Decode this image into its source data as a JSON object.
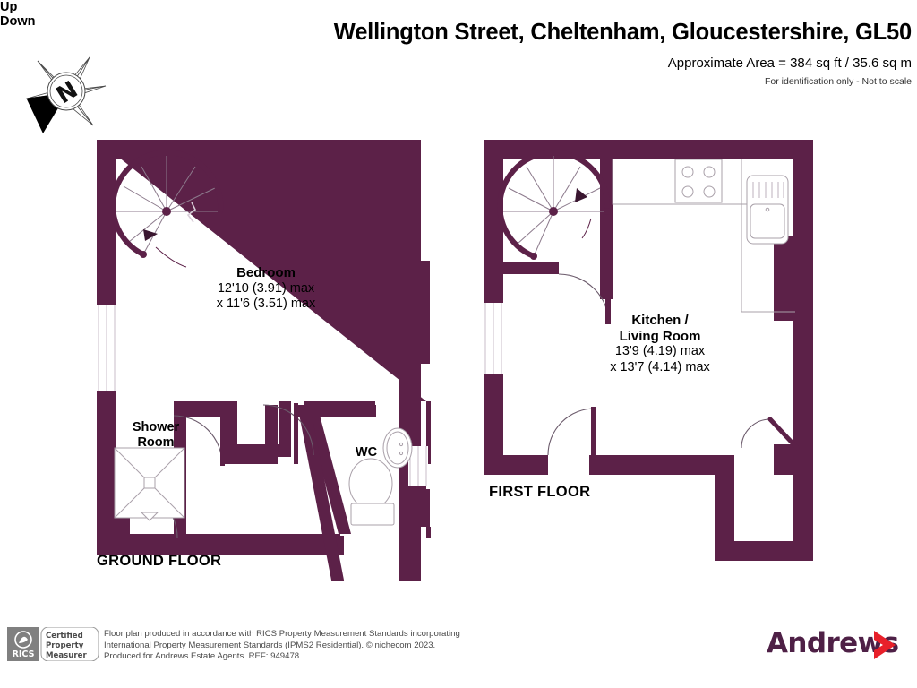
{
  "header": {
    "title": "Wellington Street, Cheltenham, Gloucestershire, GL50",
    "area": "Approximate Area = 384 sq ft / 35.6 sq m",
    "notice": "For identification only - Not to scale"
  },
  "compass": {
    "label": "N",
    "icon": "compass-rose-icon"
  },
  "colors": {
    "wall": "#5c2148",
    "wall_dark": "#4e1c3d",
    "fixture_stroke": "#a08fa0",
    "brand_purple": "#4e2046",
    "brand_red": "#e8202a",
    "text": "#000000",
    "footer_text": "#4a4a4a"
  },
  "floors": [
    {
      "id": "ground",
      "label": "GROUND FLOOR",
      "rooms": [
        {
          "name": "Bedroom",
          "dim1": "12'10 (3.91) max",
          "dim2": "x 11'6 (3.51) max"
        },
        {
          "name": "Shower",
          "name2": "Room"
        },
        {
          "name": "WC"
        }
      ],
      "stair": {
        "label": "Up",
        "type": "spiral-staircase"
      },
      "fixtures": [
        "shower-tray",
        "toilet",
        "wash-basin"
      ]
    },
    {
      "id": "first",
      "label": "FIRST FLOOR",
      "rooms": [
        {
          "name": "Kitchen /",
          "name2": "Living Room",
          "dim1": "13'9 (4.19) max",
          "dim2": "x 13'7 (4.14) max"
        }
      ],
      "stair": {
        "label": "Down",
        "type": "spiral-staircase"
      },
      "fixtures": [
        "hob",
        "sink"
      ]
    }
  ],
  "footer": {
    "rics": {
      "mark": "RICS",
      "line1": "Certified",
      "line2": "Property",
      "line3": "Measurer"
    },
    "disclaimer_line1": "Floor plan produced in accordance with RICS Property Measurement Standards incorporating",
    "disclaimer_line2": "International Property Measurement Standards (IPMS2 Residential).   © nichecom 2023.",
    "disclaimer_line3": "Produced for Andrews Estate Agents.   REF:   949478",
    "brand": "Andrews"
  }
}
